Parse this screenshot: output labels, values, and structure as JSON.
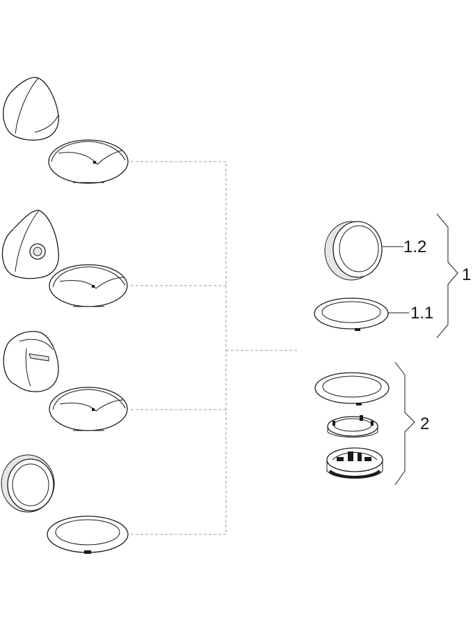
{
  "labels": {
    "part_1_2": "1.2",
    "part_1_1": "1.1",
    "part_1": "1",
    "part_2": "2"
  }
}
